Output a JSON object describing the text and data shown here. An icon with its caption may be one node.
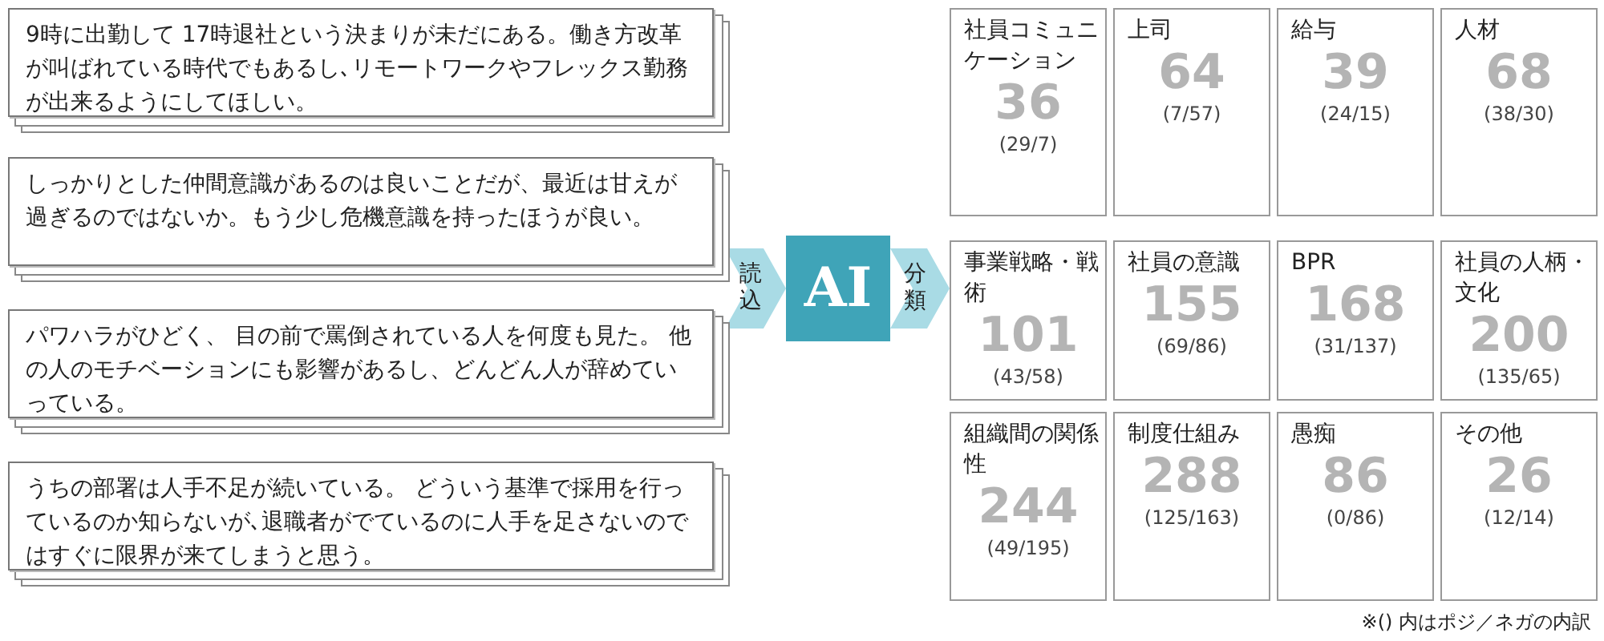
{
  "diagram": {
    "nodes": [
      {
        "text": [
          "9時に出勤して 17時退社という決まりが未だにある。働き方改革が叫ばれている時代でもあるし､リモートワークやフレックス勤務が出来るようにしてほしい。"
        ]
      },
      {
        "text": [
          "しっかりとした仲間意識があるのは良いことだが、最近は甘えが過ぎるのではないか。もう少し危機意識を持ったほうが良い。"
        ]
      },
      {
        "text": [
          "パワハラがひどく、 目の前で罵倒されている人を何度も見た。 他の人のモチベーションにも影響があるし、どんどん人が辞めていっている。"
        ]
      },
      {
        "text": [
          "うちの部署は人手不足が続いている。 どういう基準で採用を行っているのか知らないが､退職者がでているのに人手を足さないのではすぐに限界が来てしまうと思う。"
        ]
      },
      {
        "text": [
          "AI"
        ]
      },
      {
        "text": [
          "社員コミュニケーション",
          "36",
          "(29/7)"
        ]
      },
      {
        "text": [
          "上司",
          "64",
          "(7/57)"
        ]
      },
      {
        "text": [
          "給与",
          "39",
          "(24/15)"
        ]
      },
      {
        "text": [
          "人材",
          "68",
          "(38/30)"
        ]
      },
      {
        "text": [
          "事業戦略・戦術",
          "101",
          "(43/58)"
        ]
      },
      {
        "text": [
          "社員の意識",
          "155",
          "(69/86)"
        ]
      },
      {
        "text": [
          "BPR",
          "168",
          "(31/137)"
        ]
      },
      {
        "text": [
          "社員の人柄・文化",
          "200",
          "(135/65)"
        ]
      },
      {
        "text": [
          "組織間の関係性",
          "244",
          "(49/195)"
        ]
      },
      {
        "text": [
          "制度仕組み",
          "288",
          "(125/163)"
        ]
      },
      {
        "text": [
          "愚痴",
          "86",
          "(0/86)"
        ]
      },
      {
        "text": [
          "その他",
          "26",
          "(12/14)"
        ]
      }
    ],
    "edges": [
      {
        "from": null,
        "to": 4,
        "arrow": "to",
        "label": "読込"
      },
      {
        "from": 4,
        "to": null,
        "arrow": "to",
        "label": "分類"
      }
    ],
    "labels": [
      "※() 内はポジ／ネガの内訳"
    ]
  }
}
